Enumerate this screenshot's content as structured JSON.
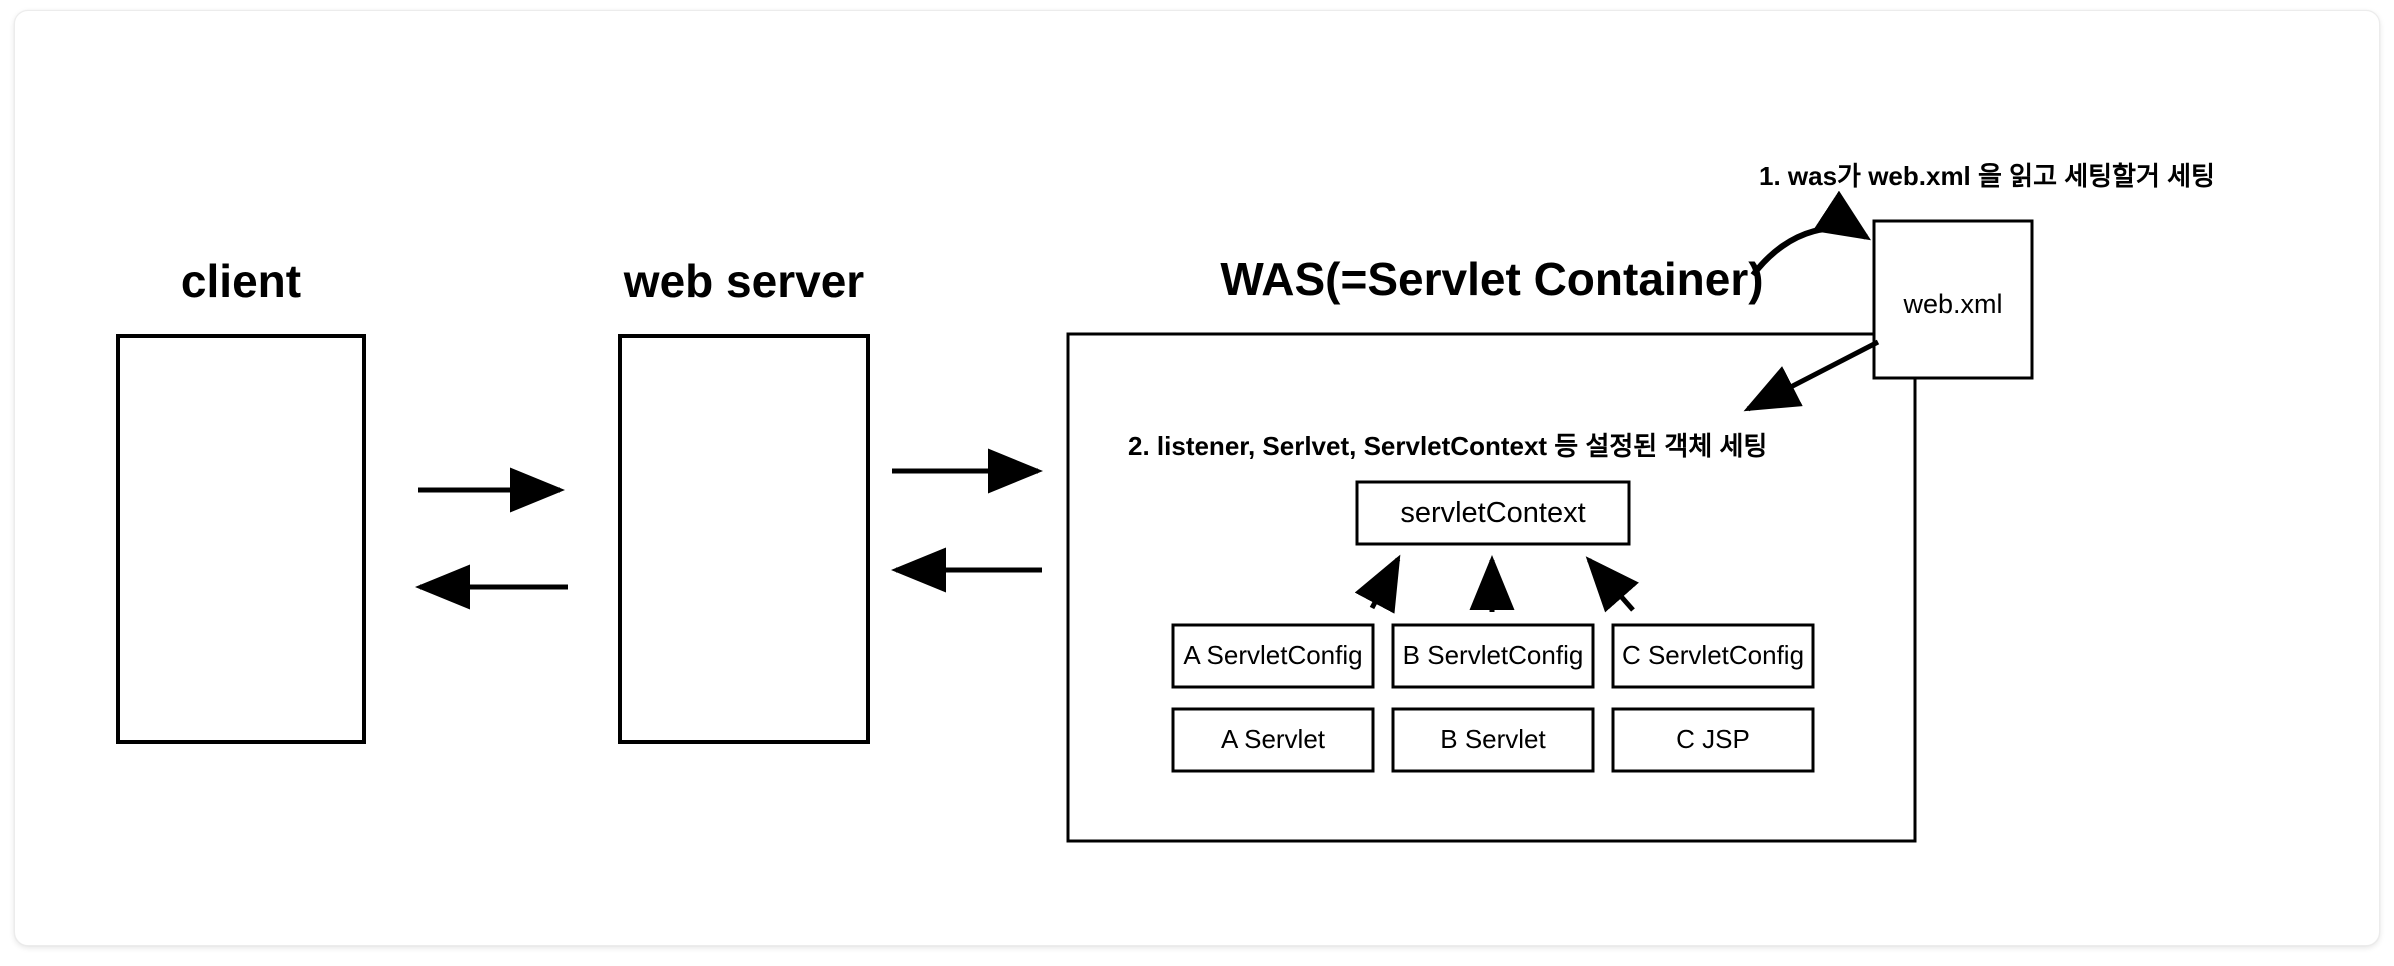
{
  "diagram": {
    "title_nodes": [
      {
        "id": "client",
        "label": "client"
      },
      {
        "id": "web-server",
        "label": "web server"
      },
      {
        "id": "was",
        "label": "WAS(=Servlet Container)"
      }
    ],
    "annotations": [
      {
        "id": "step-1",
        "text": "1. was가 web.xml 을 읽고 세팅할거 세팅"
      },
      {
        "id": "step-2",
        "text": "2. listener, Serlvet, ServletContext 등 설정된 객체 세팅"
      }
    ],
    "nodes": {
      "web_xml": "web.xml",
      "servlet_context": "servletContext"
    },
    "config_row": [
      {
        "id": "a-servlet-config",
        "label": "A ServletConfig"
      },
      {
        "id": "b-servlet-config",
        "label": "B ServletConfig"
      },
      {
        "id": "c-servlet-config",
        "label": "C ServletConfig"
      }
    ],
    "servlet_row": [
      {
        "id": "a-servlet",
        "label": "A Servlet"
      },
      {
        "id": "b-servlet",
        "label": "B Servlet"
      },
      {
        "id": "c-jsp",
        "label": "C JSP"
      }
    ],
    "colors": {
      "stroke": "#000000",
      "background": "#ffffff",
      "card_border": "#ececec"
    }
  }
}
